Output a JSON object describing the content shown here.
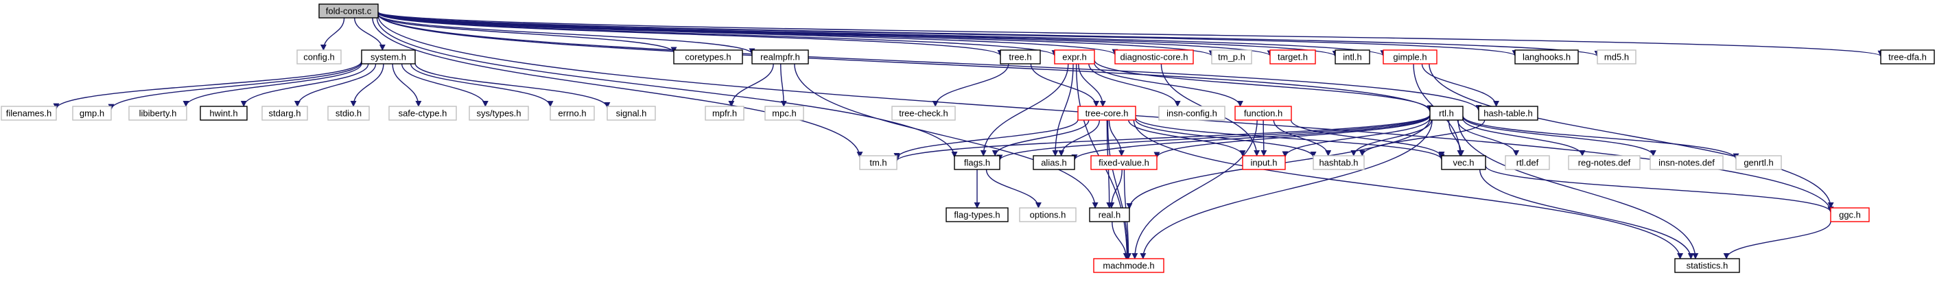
{
  "colors": {
    "edge": "#191970",
    "root_fill": "#bfbfbf",
    "border_black": "#000000",
    "border_red": "#ff0000",
    "border_gray": "#bfbfbf",
    "node_fill": "#ffffff"
  },
  "nodes": {
    "fold_const": {
      "label": "fold-const.c",
      "kind": "root"
    },
    "config": {
      "label": "config.h",
      "kind": "gray"
    },
    "system": {
      "label": "system.h",
      "kind": "black"
    },
    "coretypes": {
      "label": "coretypes.h",
      "kind": "black"
    },
    "realmpfr": {
      "label": "realmpfr.h",
      "kind": "black"
    },
    "tree": {
      "label": "tree.h",
      "kind": "black"
    },
    "expr": {
      "label": "expr.h",
      "kind": "red"
    },
    "diagnostic_core": {
      "label": "diagnostic-core.h",
      "kind": "red"
    },
    "tm_p": {
      "label": "tm_p.h",
      "kind": "gray"
    },
    "target": {
      "label": "target.h",
      "kind": "red"
    },
    "intl": {
      "label": "intl.h",
      "kind": "black"
    },
    "gimple": {
      "label": "gimple.h",
      "kind": "red"
    },
    "langhooks": {
      "label": "langhooks.h",
      "kind": "black"
    },
    "md5": {
      "label": "md5.h",
      "kind": "gray"
    },
    "tree_dfa": {
      "label": "tree-dfa.h",
      "kind": "black"
    },
    "filenames": {
      "label": "filenames.h",
      "kind": "gray"
    },
    "gmp": {
      "label": "gmp.h",
      "kind": "gray"
    },
    "libiberty": {
      "label": "libiberty.h",
      "kind": "gray"
    },
    "hwint": {
      "label": "hwint.h",
      "kind": "black"
    },
    "stdarg": {
      "label": "stdarg.h",
      "kind": "gray"
    },
    "stdio": {
      "label": "stdio.h",
      "kind": "gray"
    },
    "safe_ctype": {
      "label": "safe-ctype.h",
      "kind": "gray"
    },
    "sys_types": {
      "label": "sys/types.h",
      "kind": "gray"
    },
    "errno": {
      "label": "errno.h",
      "kind": "gray"
    },
    "signal": {
      "label": "signal.h",
      "kind": "gray"
    },
    "mpfr": {
      "label": "mpfr.h",
      "kind": "gray"
    },
    "mpc": {
      "label": "mpc.h",
      "kind": "gray"
    },
    "tree_check": {
      "label": "tree-check.h",
      "kind": "gray"
    },
    "tree_core": {
      "label": "tree-core.h",
      "kind": "red"
    },
    "insn_config": {
      "label": "insn-config.h",
      "kind": "gray"
    },
    "function": {
      "label": "function.h",
      "kind": "red"
    },
    "hash_table": {
      "label": "hash-table.h",
      "kind": "black"
    },
    "rtl": {
      "label": "rtl.h",
      "kind": "black"
    },
    "tm": {
      "label": "tm.h",
      "kind": "gray"
    },
    "flags": {
      "label": "flags.h",
      "kind": "black"
    },
    "alias": {
      "label": "alias.h",
      "kind": "black"
    },
    "fixed_value": {
      "label": "fixed-value.h",
      "kind": "red"
    },
    "input": {
      "label": "input.h",
      "kind": "red"
    },
    "hashtab": {
      "label": "hashtab.h",
      "kind": "gray"
    },
    "vec": {
      "label": "vec.h",
      "kind": "black"
    },
    "rtl_def": {
      "label": "rtl.def",
      "kind": "gray"
    },
    "reg_notes": {
      "label": "reg-notes.def",
      "kind": "gray"
    },
    "insn_notes": {
      "label": "insn-notes.def",
      "kind": "gray"
    },
    "genrtl": {
      "label": "genrtl.h",
      "kind": "gray"
    },
    "ggc": {
      "label": "ggc.h",
      "kind": "red"
    },
    "flag_types": {
      "label": "flag-types.h",
      "kind": "black"
    },
    "options": {
      "label": "options.h",
      "kind": "gray"
    },
    "real": {
      "label": "real.h",
      "kind": "black"
    },
    "machmode": {
      "label": "machmode.h",
      "kind": "red"
    },
    "statistics": {
      "label": "statistics.h",
      "kind": "black"
    }
  },
  "edges": [
    [
      "fold_const",
      "config"
    ],
    [
      "fold_const",
      "system"
    ],
    [
      "fold_const",
      "coretypes"
    ],
    [
      "fold_const",
      "realmpfr"
    ],
    [
      "fold_const",
      "tree"
    ],
    [
      "fold_const",
      "expr"
    ],
    [
      "fold_const",
      "diagnostic_core"
    ],
    [
      "fold_const",
      "tm_p"
    ],
    [
      "fold_const",
      "target"
    ],
    [
      "fold_const",
      "intl"
    ],
    [
      "fold_const",
      "gimple"
    ],
    [
      "fold_const",
      "langhooks"
    ],
    [
      "fold_const",
      "md5"
    ],
    [
      "fold_const",
      "tree_dfa"
    ],
    [
      "fold_const",
      "tm"
    ],
    [
      "fold_const",
      "flags"
    ],
    [
      "fold_const",
      "rtl"
    ],
    [
      "fold_const",
      "hash_table"
    ],
    [
      "fold_const",
      "ggc"
    ],
    [
      "system",
      "filenames"
    ],
    [
      "system",
      "gmp"
    ],
    [
      "system",
      "libiberty"
    ],
    [
      "system",
      "hwint"
    ],
    [
      "system",
      "stdarg"
    ],
    [
      "system",
      "stdio"
    ],
    [
      "system",
      "safe_ctype"
    ],
    [
      "system",
      "sys_types"
    ],
    [
      "system",
      "errno"
    ],
    [
      "system",
      "signal"
    ],
    [
      "realmpfr",
      "mpfr"
    ],
    [
      "realmpfr",
      "mpc"
    ],
    [
      "realmpfr",
      "real"
    ],
    [
      "tree",
      "tree_check"
    ],
    [
      "tree",
      "tree_core"
    ],
    [
      "expr",
      "tree_core"
    ],
    [
      "expr",
      "flags"
    ],
    [
      "expr",
      "alias"
    ],
    [
      "expr",
      "insn_config"
    ],
    [
      "expr",
      "function"
    ],
    [
      "expr",
      "rtl"
    ],
    [
      "expr",
      "machmode"
    ],
    [
      "diagnostic_core",
      "input"
    ],
    [
      "gimple",
      "hash_table"
    ],
    [
      "gimple",
      "vec"
    ],
    [
      "gimple",
      "ggc"
    ],
    [
      "tree_core",
      "tm"
    ],
    [
      "tree_core",
      "flags"
    ],
    [
      "tree_core",
      "alias"
    ],
    [
      "tree_core",
      "fixed_value"
    ],
    [
      "tree_core",
      "input"
    ],
    [
      "tree_core",
      "hashtab"
    ],
    [
      "tree_core",
      "vec"
    ],
    [
      "tree_core",
      "real"
    ],
    [
      "tree_core",
      "machmode"
    ],
    [
      "tree_core",
      "statistics"
    ],
    [
      "function",
      "input"
    ],
    [
      "function",
      "hashtab"
    ],
    [
      "function",
      "vec"
    ],
    [
      "function",
      "machmode"
    ],
    [
      "hash_table",
      "hashtab"
    ],
    [
      "rtl",
      "tm"
    ],
    [
      "rtl",
      "flags"
    ],
    [
      "rtl",
      "alias"
    ],
    [
      "rtl",
      "fixed_value"
    ],
    [
      "rtl",
      "input"
    ],
    [
      "rtl",
      "hashtab"
    ],
    [
      "rtl",
      "vec"
    ],
    [
      "rtl",
      "rtl_def"
    ],
    [
      "rtl",
      "reg_notes"
    ],
    [
      "rtl",
      "insn_notes"
    ],
    [
      "rtl",
      "genrtl"
    ],
    [
      "rtl",
      "real"
    ],
    [
      "rtl",
      "machmode"
    ],
    [
      "rtl",
      "statistics"
    ],
    [
      "flags",
      "flag_types"
    ],
    [
      "flags",
      "options"
    ],
    [
      "fixed_value",
      "real"
    ],
    [
      "fixed_value",
      "machmode"
    ],
    [
      "real",
      "machmode"
    ],
    [
      "vec",
      "ggc"
    ],
    [
      "vec",
      "statistics"
    ],
    [
      "ggc",
      "statistics"
    ]
  ]
}
